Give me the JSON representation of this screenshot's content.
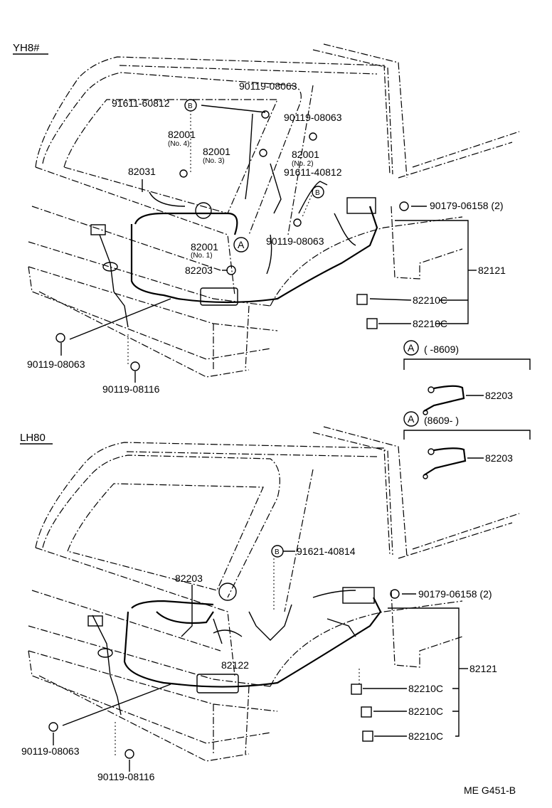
{
  "sections": [
    {
      "model": "YH8#",
      "labels": [
        "90119-08063",
        "91611-60812",
        "B",
        "90119-08063",
        "82001",
        "(No. 4)",
        "82001",
        "(No. 3)",
        "82001",
        "(No. 2)",
        "82031",
        "91611-40812",
        "B",
        "90179-06158 (2)",
        "90119-08063",
        "82001",
        "(No. 1)",
        "A",
        "82203",
        "82121",
        "82210C",
        "82210C",
        "90119-08063",
        "90119-08116"
      ]
    },
    {
      "model": "LH80",
      "labels": [
        "B",
        "91621-40814",
        "82203",
        "90179-06158 (2)",
        "82122",
        "82121",
        "82210C",
        "82210C",
        "82210C",
        "90119-08063",
        "90119-08116"
      ]
    }
  ],
  "insets": [
    {
      "marker": "A",
      "range": "(        -8609)",
      "part": "82203"
    },
    {
      "marker": "A",
      "range": "(8609-        )",
      "part": "82203"
    }
  ],
  "footer": "ME  G451-B"
}
